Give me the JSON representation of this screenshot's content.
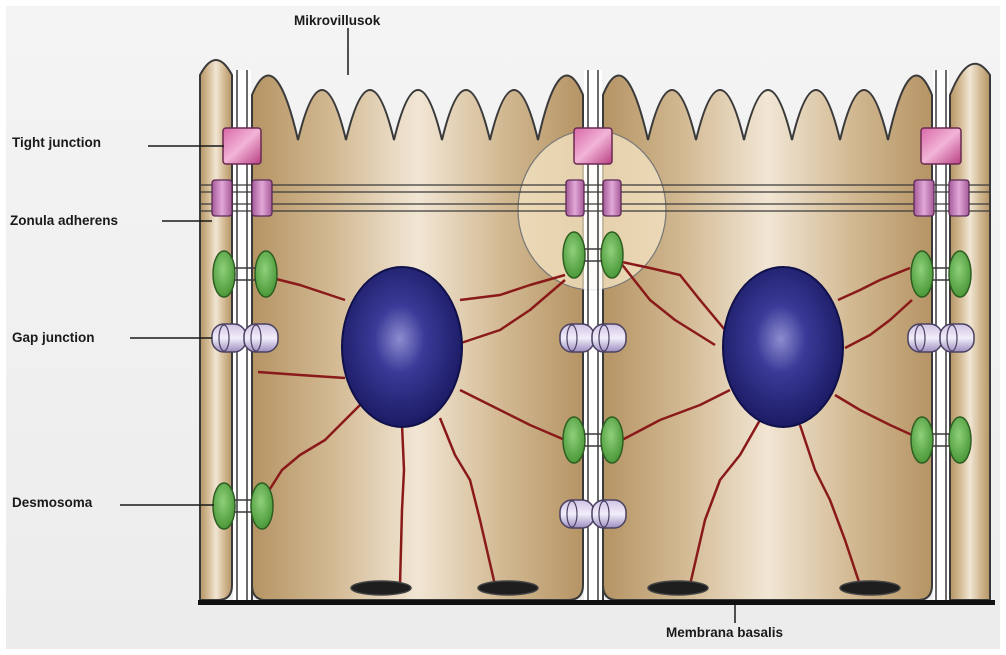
{
  "labels": {
    "microvilli": "Mikrovillusok",
    "tight_junction": "Tight junction",
    "zonula_adherens": "Zonula adherens",
    "gap_junction": "Gap junction",
    "desmosome": "Desmosoma",
    "basal_membrane": "Membrana basalis"
  },
  "colors": {
    "cytoplasm": "#c8aa7e",
    "nucleus": "#1f1f6b",
    "tight_junction": "#c44d8f",
    "zonula_adherens": "#b06aa6",
    "gap_junction": "#b8a8d0",
    "desmosome": "#5fae45",
    "filament": "#8a1a1a",
    "highlight": "#f3e2bd"
  }
}
